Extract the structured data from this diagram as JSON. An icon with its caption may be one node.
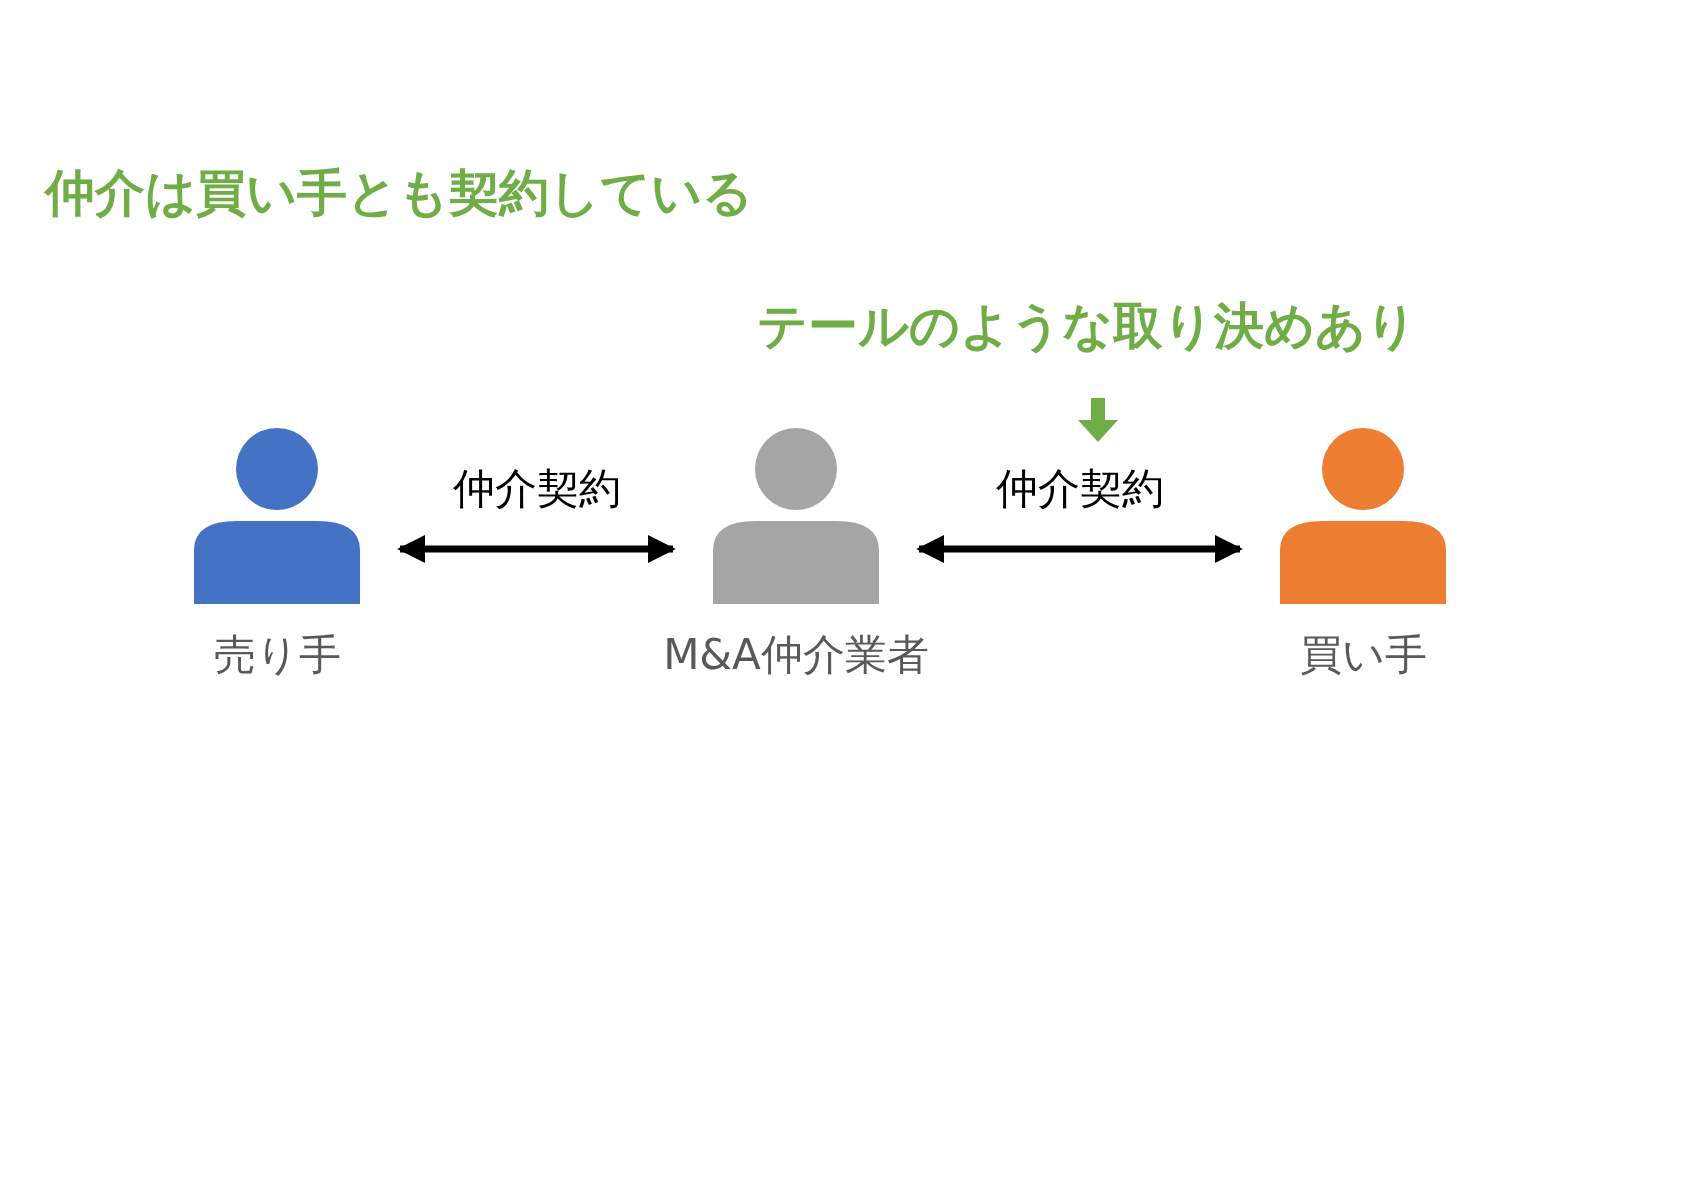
{
  "diagram": {
    "title": "仲介は買い手とも契約している",
    "nodes": [
      {
        "text": [],
        "shape": "person",
        "beside": [
          "売り手"
        ]
      },
      {
        "text": [],
        "shape": "person",
        "beside": [
          "M&A仲介業者"
        ]
      },
      {
        "text": [],
        "shape": "person",
        "beside": [
          "買い手"
        ]
      },
      {
        "text": [
          "テールのような取り決めあり"
        ]
      }
    ],
    "edges": [
      {
        "from": 0,
        "to": 1,
        "arrow": "both",
        "label": "仲介契約"
      },
      {
        "from": 1,
        "to": 2,
        "arrow": "both",
        "label": "仲介契約"
      },
      {
        "from": 3,
        "to": null,
        "arrow": "to",
        "style": "thick",
        "color": "#70ad47"
      }
    ]
  }
}
